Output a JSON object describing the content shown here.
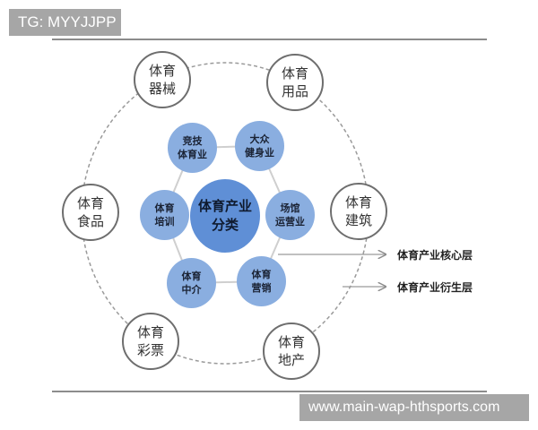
{
  "watermarks": {
    "top": "TG: MYYJJPP",
    "bottom": "www.main-wap-hthsports.com"
  },
  "diagram": {
    "center": {
      "line1": "体育产业",
      "line2": "分类"
    },
    "core_layer": [
      {
        "line1": "竞技",
        "line2": "体育业"
      },
      {
        "line1": "大众",
        "line2": "健身业"
      },
      {
        "line1": "场馆",
        "line2": "运营业"
      },
      {
        "line1": "体育",
        "line2": "营销"
      },
      {
        "line1": "体育",
        "line2": "中介"
      },
      {
        "line1": "体育",
        "line2": "培训"
      }
    ],
    "derivative_layer": [
      {
        "line1": "体育",
        "line2": "器械"
      },
      {
        "line1": "体育",
        "line2": "用品"
      },
      {
        "line1": "体育",
        "line2": "建筑"
      },
      {
        "line1": "体育",
        "line2": "地产"
      },
      {
        "line1": "体育",
        "line2": "彩票"
      },
      {
        "line1": "体育",
        "line2": "食品"
      }
    ],
    "legend": {
      "core": "体育产业核心层",
      "derivative": "体育产业衍生层"
    },
    "colors": {
      "center_fill": "#5f8fd6",
      "inner_fill": "#8aaee0",
      "outer_stroke": "#6e6e6e",
      "connector": "#c8c8c8"
    }
  }
}
